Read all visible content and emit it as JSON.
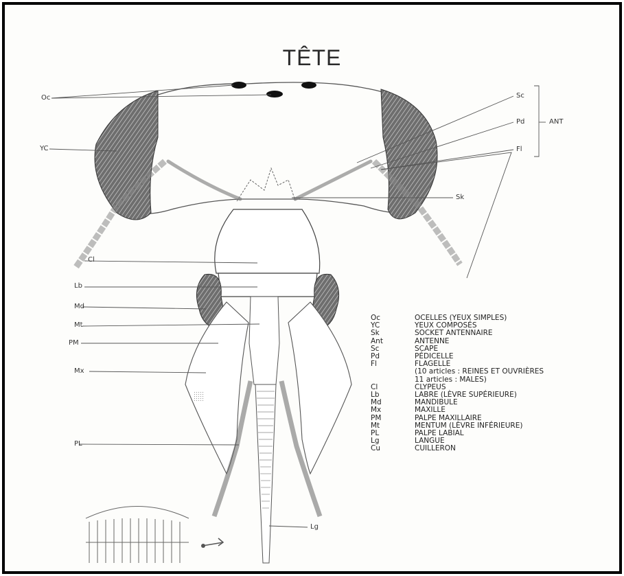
{
  "title": "TÊTE",
  "labels": {
    "oc": "Oc",
    "yc": "YC",
    "sc": "Sc",
    "pd": "Pd",
    "fl": "Fl",
    "ant": "ANT",
    "sk": "Sk",
    "cl": "Cl",
    "lb": "Lb",
    "md": "Md",
    "mt": "Mt",
    "pm": "PM",
    "mx": "Mx",
    "pl": "PL",
    "lg": "Lg"
  },
  "legend": [
    {
      "abbr": "Oc",
      "text": "OCELLES (YEUX SIMPLES)"
    },
    {
      "abbr": "YC",
      "text": "YEUX COMPOSÉS"
    },
    {
      "abbr": "Sk",
      "text": "SOCKET ANTENNAIRE"
    },
    {
      "abbr": "Ant",
      "text": "ANTENNE"
    },
    {
      "abbr": "Sc",
      "text": "SCAPE"
    },
    {
      "abbr": "Pd",
      "text": "PÉDICELLE"
    },
    {
      "abbr": "Fl",
      "text": "FLAGELLE"
    },
    {
      "abbr": "",
      "text": "(10 articles : REINES ET OUVRIÈRES"
    },
    {
      "abbr": "",
      "text": "11 articles : MALES)"
    },
    {
      "abbr": "Cl",
      "text": "CLYPEUS"
    },
    {
      "abbr": "Lb",
      "text": "LABRE (LÈVRE SUPÉRIEURE)"
    },
    {
      "abbr": "Md",
      "text": "MANDIBULE"
    },
    {
      "abbr": "Mx",
      "text": "MAXILLE"
    },
    {
      "abbr": "PM",
      "text": "PALPE MAXILLAIRE"
    },
    {
      "abbr": "Mt",
      "text": "MENTUM (LÈVRE INFÉRIEURE)"
    },
    {
      "abbr": "PL",
      "text": "PALPE LABIAL"
    },
    {
      "abbr": "Lg",
      "text": "LANGUE"
    },
    {
      "abbr": "Cu",
      "text": "CUILLERON"
    }
  ]
}
